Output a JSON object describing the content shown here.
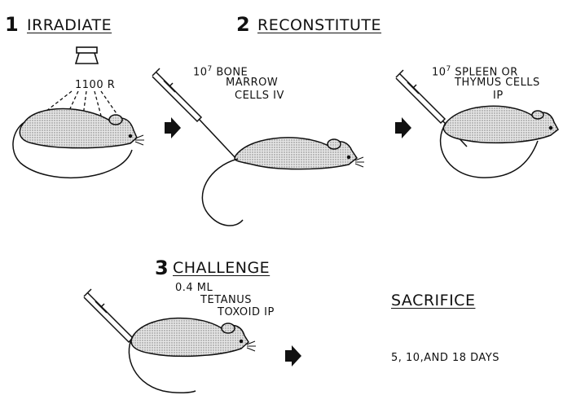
{
  "step1": {
    "number": "1",
    "title": "IRRADIATE",
    "dose": "1100 R"
  },
  "step2": {
    "number": "2",
    "title": "RECONSTITUTE",
    "label_base": "10",
    "label_exp": "7",
    "label_rest": " BONE",
    "line2": "MARROW",
    "line3": "CELLS IV"
  },
  "step2b": {
    "label_base": "10",
    "label_exp": "7",
    "label_rest": " SPLEEN OR",
    "line2": "THYMUS CELLS",
    "line3": "IP"
  },
  "step3": {
    "number": "3",
    "title": "CHALLENGE",
    "line1": "0.4 ML",
    "line2": "TETANUS",
    "line3": "TOXOID IP"
  },
  "sacrifice": {
    "title": "SACRIFICE",
    "days": "5, 10,AND 18 DAYS"
  }
}
